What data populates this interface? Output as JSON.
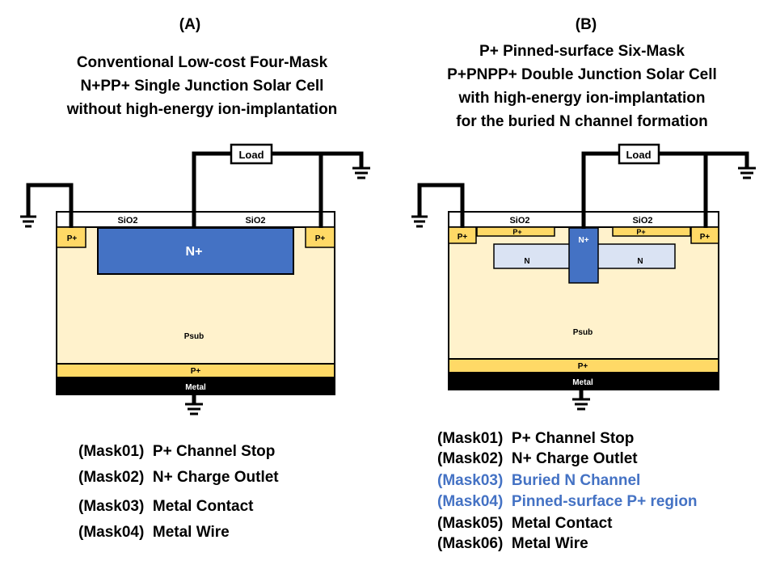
{
  "colors": {
    "psub": "#FFF2CC",
    "p_plus": "#FFD966",
    "n_plus": "#4472C4",
    "n_buried": "#DAE3F3",
    "metal": "#000000",
    "mask_highlight": "#4472C4"
  },
  "panel_a": {
    "label": "(A)",
    "title_lines": [
      "Conventional Low-cost Four-Mask",
      "N+PP+ Single Junction Solar Cell",
      "without high-energy ion-implantation"
    ],
    "diagram": {
      "load": "Load",
      "sio2_left": "SiO2",
      "sio2_right": "SiO2",
      "p_plus_left": "P+",
      "p_plus_right": "P+",
      "n_plus": "N+",
      "psub": "Psub",
      "p_plus_bottom": "P+",
      "metal": "Metal"
    },
    "masks": [
      {
        "code": "(Mask01)",
        "name": "P+ Channel Stop"
      },
      {
        "code": "(Mask02)",
        "name": "N+ Charge Outlet"
      },
      {
        "code": "(Mask03)",
        "name": "Metal Contact"
      },
      {
        "code": "(Mask04)",
        "name": "Metal Wire"
      }
    ]
  },
  "panel_b": {
    "label": "(B)",
    "title_lines": [
      "P+ Pinned-surface Six-Mask",
      "P+PNPP+ Double Junction Solar Cell",
      "with high-energy ion-implantation",
      "for the buried N channel formation"
    ],
    "diagram": {
      "load": "Load",
      "sio2_left": "SiO2",
      "sio2_right": "SiO2",
      "p_plus_left": "P+",
      "p_plus_right": "P+",
      "p_plus_pin_left": "P+",
      "p_plus_pin_right": "P+",
      "n_plus": "N+",
      "n_left": "N",
      "n_right": "N",
      "psub": "Psub",
      "p_plus_bottom": "P+",
      "metal": "Metal"
    },
    "masks": [
      {
        "code": "(Mask01)",
        "name": "P+ Channel Stop",
        "highlight": false
      },
      {
        "code": "(Mask02)",
        "name": "N+ Charge Outlet",
        "highlight": false
      },
      {
        "code": "(Mask03)",
        "name": "Buried N Channel",
        "highlight": true
      },
      {
        "code": "(Mask04)",
        "name": "Pinned-surface P+ region",
        "highlight": true
      },
      {
        "code": "(Mask05)",
        "name": "Metal Contact",
        "highlight": false
      },
      {
        "code": "(Mask06)",
        "name": "Metal Wire",
        "highlight": false
      }
    ]
  }
}
